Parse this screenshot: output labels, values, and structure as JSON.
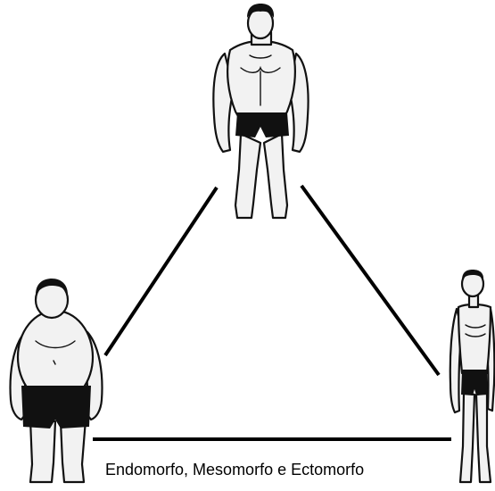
{
  "caption": "Endomorfo, Mesomorfo e Ectomorfo",
  "figures": [
    {
      "id": "mesomorph",
      "icon": "mesomorph-figure-icon"
    },
    {
      "id": "endomorph",
      "icon": "endomorph-figure-icon"
    },
    {
      "id": "ectomorph",
      "icon": "ectomorph-figure-icon"
    }
  ],
  "colors": {
    "line": "#000000",
    "skin": "#f2f2f2",
    "shorts": "#111111",
    "background": "#ffffff"
  }
}
